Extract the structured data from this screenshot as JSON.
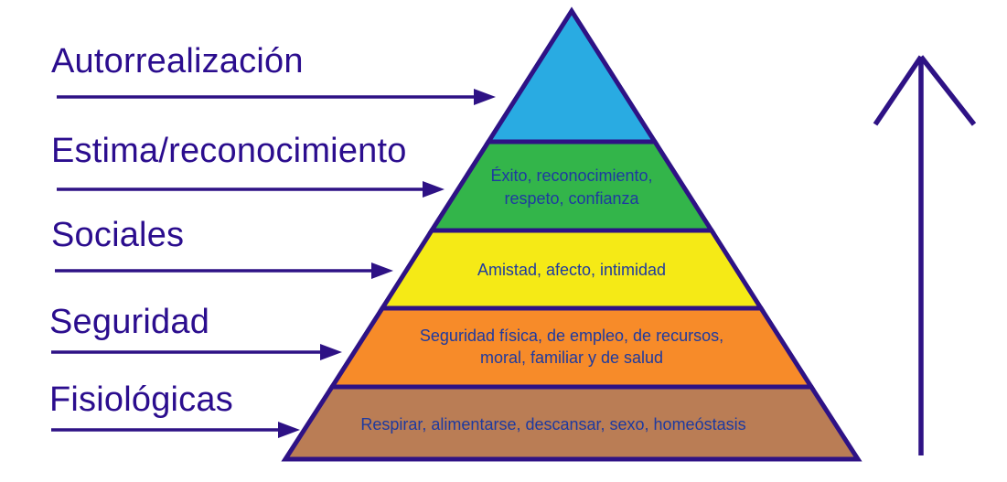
{
  "diagram": {
    "kind": "pyramid-hierarchy",
    "levels": [
      {
        "label": "Autorrealización",
        "color": "#29abe2",
        "lines": []
      },
      {
        "label": "Estima/reconocimiento",
        "color": "#33b54a",
        "lines": [
          "Éxito, reconocimiento,",
          "respeto, confianza"
        ]
      },
      {
        "label": "Sociales",
        "color": "#f5ea16",
        "lines": [
          "Amistad, afecto, intimidad"
        ]
      },
      {
        "label": "Seguridad",
        "color": "#f78b29",
        "lines": [
          "Seguridad física, de empleo, de recursos,",
          "moral, familiar y de salud"
        ]
      },
      {
        "label": "Fisiológicas",
        "color": "#ba7d55",
        "lines": [
          "Respirar, alimentarse, descansar, sexo, homeóstasis"
        ]
      }
    ],
    "icons": {
      "right_side": "up-arrow-icon",
      "label_pointers": "right-arrow-icon"
    },
    "colors": {
      "outline": "#2e1285",
      "label_text": "#2b0d8e",
      "level_text": "#1e3aa0",
      "background": "#ffffff"
    }
  }
}
